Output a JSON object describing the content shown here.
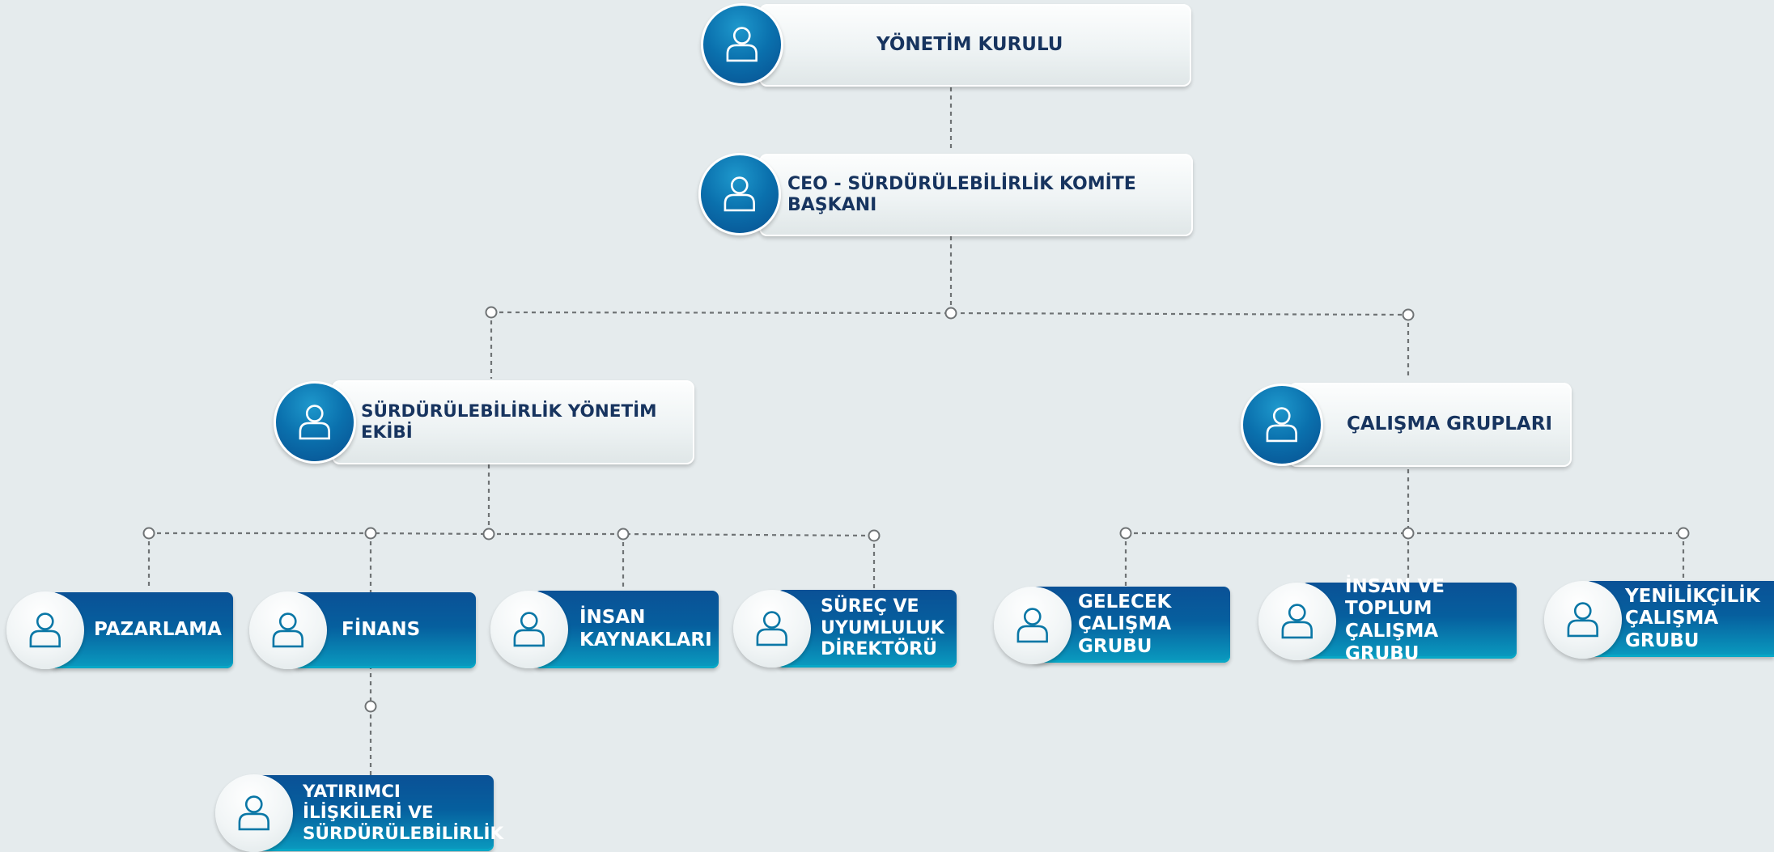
{
  "nodes": [
    {
      "id": "yonetim-kurulu",
      "label": "YÖNETİM KURULU"
    },
    {
      "id": "ceo",
      "label": "CEO - SÜRDÜRÜLEBİLİRLİK KOMİTE BAŞKANI"
    },
    {
      "id": "surdurulebilirlik-yonetim-ekibi",
      "label": "SÜRDÜRÜLEBİLİRLİK YÖNETİM EKİBİ"
    },
    {
      "id": "calisma-gruplari",
      "label": "ÇALIŞMA GRUPLARI"
    },
    {
      "id": "pazarlama",
      "label": "PAZARLAMA"
    },
    {
      "id": "finans",
      "label": "FİNANS"
    },
    {
      "id": "insan-kaynaklari",
      "label": "İNSAN\nKAYNAKLARI"
    },
    {
      "id": "surec-ve-uyumluluk",
      "label": "SÜREÇ VE\nUYUMLULUK\nDİREKTÖRÜ"
    },
    {
      "id": "yatirimci-iliskileri",
      "label": "YATIRIMCI\nİLİŞKİLERİ VE\nSÜRDÜRÜLEBİLİRLİK"
    },
    {
      "id": "gelecek-calisma-grubu",
      "label": "GELECEK\nÇALIŞMA GRUBU"
    },
    {
      "id": "insan-ve-toplum",
      "label": "İNSAN VE TOPLUM\nÇALIŞMA GRUBU"
    },
    {
      "id": "yenilikcilik",
      "label": "YENİLİKÇİLİK\nÇALIŞMA GRUBU"
    }
  ],
  "edges": [
    [
      "yonetim-kurulu",
      "ceo"
    ],
    [
      "ceo",
      "surdurulebilirlik-yonetim-ekibi"
    ],
    [
      "ceo",
      "calisma-gruplari"
    ],
    [
      "surdurulebilirlik-yonetim-ekibi",
      "pazarlama"
    ],
    [
      "surdurulebilirlik-yonetim-ekibi",
      "finans"
    ],
    [
      "surdurulebilirlik-yonetim-ekibi",
      "insan-kaynaklari"
    ],
    [
      "surdurulebilirlik-yonetim-ekibi",
      "surec-ve-uyumluluk"
    ],
    [
      "finans",
      "yatirimci-iliskileri"
    ],
    [
      "calisma-gruplari",
      "gelecek-calisma-grubu"
    ],
    [
      "calisma-gruplari",
      "insan-ve-toplum"
    ],
    [
      "calisma-gruplari",
      "yenilikcilik"
    ]
  ],
  "colors": {
    "background": "#e5ebed",
    "dark_box": "#065f9e",
    "light_box_text": "#17345f",
    "connector": "#6f7375",
    "icon_on_blue": "#ffffff",
    "icon_on_white": "#0a77a6"
  },
  "icon": "person-icon"
}
